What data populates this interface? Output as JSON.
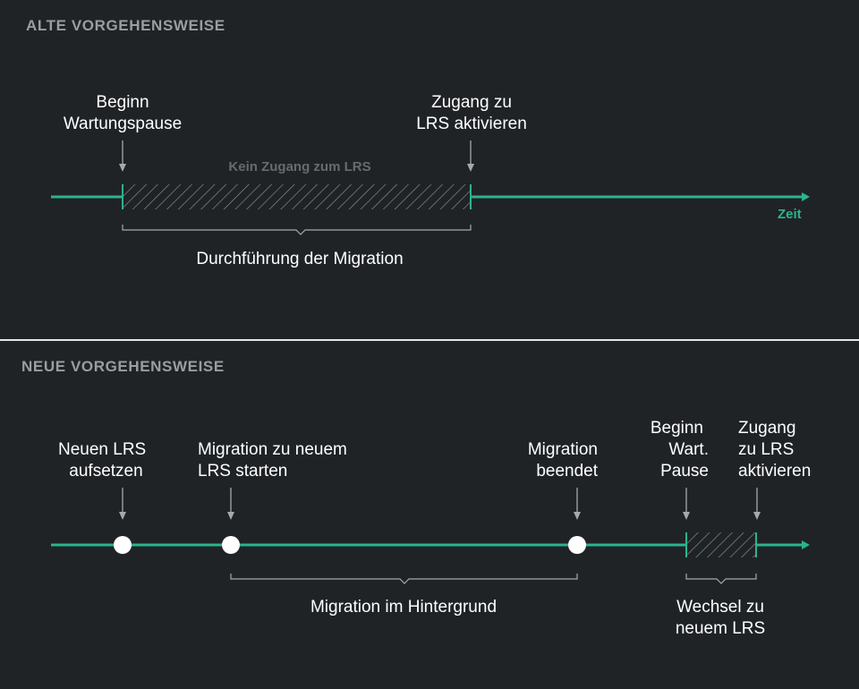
{
  "colors": {
    "background": "#202326",
    "timeline": "#2bb38f",
    "heading": "#9b9ea1",
    "hatch": "#8d9093",
    "marker": "#ffffff",
    "arrow": "#a6a9ac",
    "separator": "#e6e6e6"
  },
  "old_process": {
    "heading": "ALTE VORGEHENSWEISE",
    "start_label": [
      "Beginn",
      "Wartungspause"
    ],
    "end_label": [
      "Zugang zu",
      "LRS aktivieren"
    ],
    "no_access_label": "Kein Zugang zum LRS",
    "time_label": "Zeit",
    "brace_label": "Durchführung der Migration"
  },
  "new_process": {
    "heading": "NEUE VORGEHENSWEISE",
    "setup_label": [
      "Neuen LRS",
      "aufsetzen"
    ],
    "migration_start_label": [
      "Migration zu neuem",
      "LRS starten"
    ],
    "migration_end_label": [
      "Migration",
      "beendet"
    ],
    "pause_label": [
      "Beginn",
      "Wart.",
      "Pause"
    ],
    "access_label": [
      "Zugang",
      "zu LRS",
      "aktivieren"
    ],
    "background_brace_label": "Migration im Hintergrund",
    "switch_brace_label": [
      "Wechsel zu",
      "neuem LRS"
    ]
  }
}
